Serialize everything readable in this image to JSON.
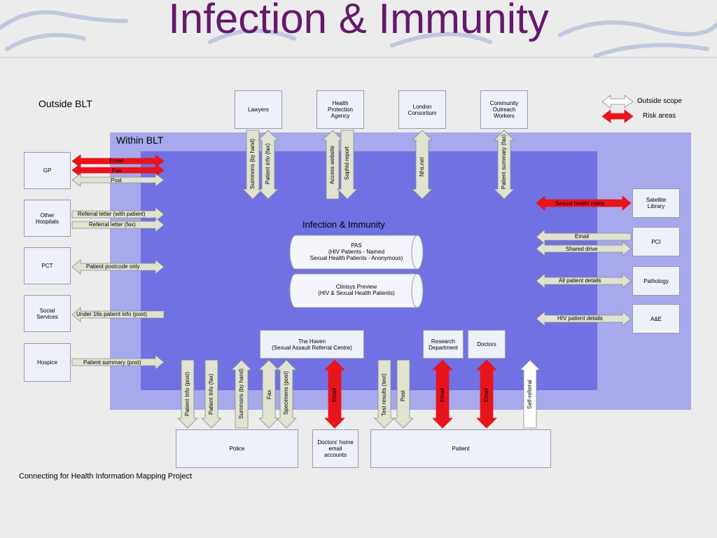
{
  "title": "Infection & Immunity",
  "outside_label": "Outside BLT",
  "within_label": "Within BLT",
  "center_label": "Infection & Immunity",
  "footer": "Connecting for Health Information Mapping Project",
  "legend": {
    "outside_scope": "Outside scope",
    "risk_areas": "Risk areas"
  },
  "colors": {
    "risk": "#e8141c",
    "scope": "#dfe3d0",
    "within": "#a7a9ec",
    "inner": "#7171e3",
    "title": "#66196b"
  },
  "top_boxes": {
    "lawyers": "Lawyers",
    "hpa": "Health\nProtection\nAgency",
    "london": "London\nConsortium",
    "cow": "Community\nOutreach\nWorkers"
  },
  "left_boxes": {
    "gp": "GP",
    "other": "Other\nHospitals",
    "pct": "PCT",
    "social": "Social\nServices",
    "hospice": "Hospice"
  },
  "right_boxes": {
    "satellite": "Satellite\nLibrary",
    "pci": "PCI",
    "pathology": "Pathology",
    "ae": "A&E"
  },
  "inner_boxes": {
    "haven": "The Haven\n(Sexual Assault Referral Centre)",
    "research": "Research\nDepartment",
    "doctors": "Doctors"
  },
  "bottom_boxes": {
    "police": "Police",
    "home": "Doctors' home\nemail\naccounts",
    "patient": "Patient"
  },
  "databases": {
    "pas": "PAS\n(HIV Patients - Named\nSexual Health Patients - Anonymous)",
    "clinisys": "Clinisys Preview\n(HIV & Sexual Health Patients)"
  },
  "left_flows": {
    "gp_email": "Email",
    "gp_fax": "Fax",
    "gp_post": "Post",
    "oh_referral": "Referral letter (with patient)",
    "oh_fax": "Referral letter (fax)",
    "pct": "Patient postcode only",
    "social": "Under 16s patient info (post)",
    "hospice": "Patient summary (post)"
  },
  "right_flows": {
    "satellite": "Sexual health notes",
    "pci_email": "Email",
    "pci_drive": "Shared drive",
    "pathology": "All patient details",
    "ae": "HIV patient details"
  },
  "top_flows": {
    "summons": "Summons (by hand)",
    "patient_info_fax": "Patient info (fax)",
    "access_website": "Access website",
    "sophid": "Sophid report",
    "nhsnet": "Nhs.net",
    "summary_fax": "Patient summary (fax)"
  },
  "bottom_flows": {
    "pinfo_post": "Patient Info (post)",
    "pinfo_fax": "Patient Info (fax)",
    "summons": "Summons (by hand)",
    "fax": "Fax",
    "specimens": "Specimens (post)",
    "haven_email": "Email",
    "test_results": "Test results (text)",
    "post": "Post",
    "research_email": "Email",
    "doctors_email": "Email",
    "self_referral": "Self-referral"
  }
}
